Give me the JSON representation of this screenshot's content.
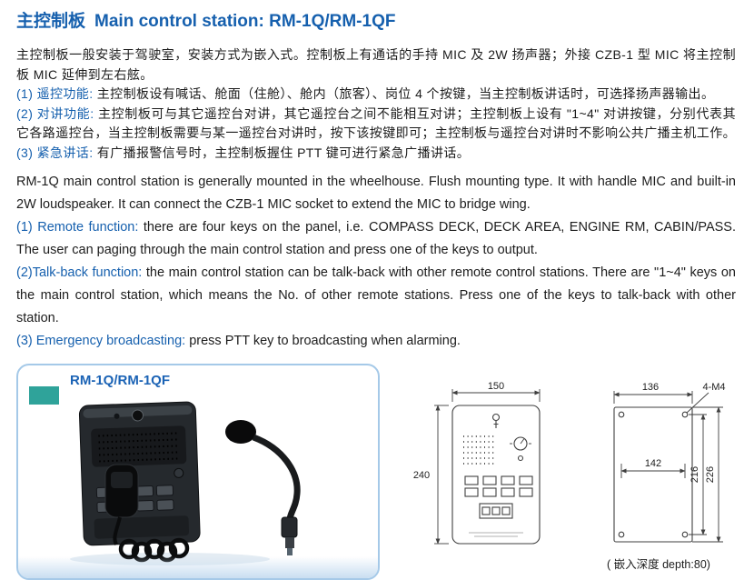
{
  "header": {
    "title_zh": "主控制板",
    "title_en": "Main control station: RM-1Q/RM-1QF"
  },
  "chinese_section": {
    "intro": "主控制板一般安装于驾驶室，安装方式为嵌入式。控制板上有通话的手持 MIC 及 2W 扬声器；外接 CZB-1 型 MIC 将主控制板 MIC 延伸到左右舷。",
    "features": [
      {
        "label": "(1) 遥控功能: ",
        "text": "主控制板设有喊话、舱面（住舱）、舱内（旅客）、岗位 4 个按键，当主控制板讲话时，可选择扬声器输出。"
      },
      {
        "label": "(2) 对讲功能: ",
        "text": "主控制板可与其它遥控台对讲，其它遥控台之间不能相互对讲；主控制板上设有 \"1~4\" 对讲按键，分别代表其它各路遥控台，当主控制板需要与某一遥控台对讲时，按下该按键即可；主控制板与遥控台对讲时不影响公共广播主机工作。"
      },
      {
        "label": "(3) 紧急讲话: ",
        "text": "有广播报警信号时，主控制板握住 PTT 键可进行紧急广播讲话。"
      }
    ]
  },
  "english_section": {
    "intro": "RM-1Q main control station is generally mounted in the wheelhouse. Flush mounting type. It with handle MIC and built-in 2W loudspeaker. It can connect the CZB-1 MIC socket to extend the MIC to bridge wing.",
    "features": [
      {
        "label": "(1) Remote function: ",
        "text": "there are four keys on the panel, i.e. COMPASS DECK, DECK AREA, ENGINE RM, CABIN/PASS. The user can paging through the main control station and press one of the keys to output."
      },
      {
        "label": "(2)Talk-back function: ",
        "text": "the main control station can be talk-back with other remote control stations. There are \"1~4\" keys on the main control station, which means the No. of other remote stations. Press one of the keys to talk-back with other station."
      },
      {
        "label": "(3) Emergency broadcasting: ",
        "text": "press PTT key to broadcasting when alarming."
      }
    ]
  },
  "product_box": {
    "model": "RM-1Q/RM-1QF"
  },
  "drawing": {
    "front_width": "150",
    "front_height": "240",
    "rear_width": "136",
    "screw_spec": "4-M4",
    "hole_span_width": "142",
    "hole_span_height": "216",
    "rear_height": "226",
    "depth_note": "( 嵌入深度 depth:80)"
  },
  "colors": {
    "accent_blue": "#1660ae",
    "box_border": "#a5c9e8",
    "teal_chip": "#2fa39a"
  }
}
